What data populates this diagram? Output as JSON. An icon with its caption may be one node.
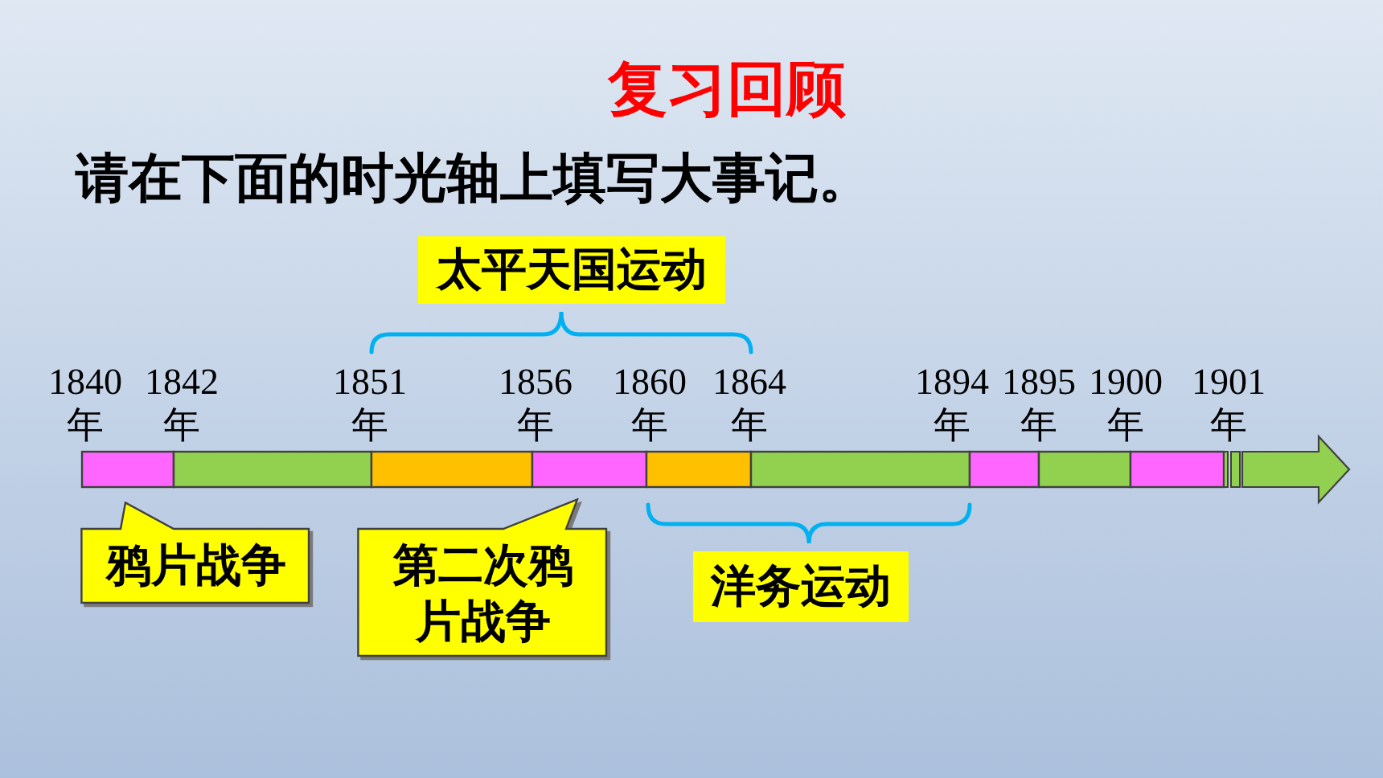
{
  "diagram": {
    "title": "复习回顾",
    "nodes": [
      {
        "text": [
          "太平天国运动"
        ]
      },
      {
        "text": [
          "鸦片战争"
        ]
      },
      {
        "text": [
          "第二次鸦片战争"
        ]
      },
      {
        "text": [
          "洋务运动"
        ]
      }
    ],
    "labels": [
      "请在下面的时光轴上填写大事记。",
      "1840年",
      "1842年",
      "1851年",
      "1856年",
      "1860年",
      "1864年",
      "1894年",
      "1895年",
      "1900年",
      "1901年"
    ]
  }
}
